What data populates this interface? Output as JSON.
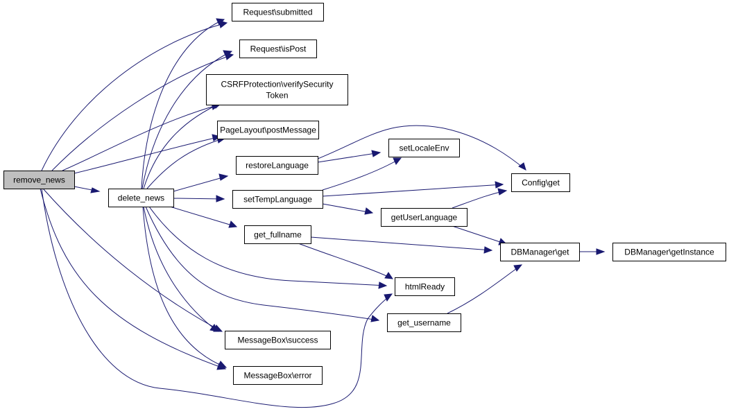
{
  "graph": {
    "nodes": [
      {
        "id": "remove_news",
        "lines": [
          "remove_news"
        ]
      },
      {
        "id": "delete_news",
        "lines": [
          "delete_news"
        ]
      },
      {
        "id": "req_submitted",
        "lines": [
          "Request\\submitted"
        ]
      },
      {
        "id": "req_ispost",
        "lines": [
          "Request\\isPost"
        ]
      },
      {
        "id": "csrf_verify",
        "lines": [
          "CSRFProtection\\verifySecurity",
          "Token"
        ]
      },
      {
        "id": "pagelayout_post",
        "lines": [
          "PageLayout\\postMessage"
        ]
      },
      {
        "id": "restore_language",
        "lines": [
          "restoreLanguage"
        ]
      },
      {
        "id": "set_temp_language",
        "lines": [
          "setTempLanguage"
        ]
      },
      {
        "id": "get_fullname",
        "lines": [
          "get_fullname"
        ]
      },
      {
        "id": "html_ready",
        "lines": [
          "htmlReady"
        ]
      },
      {
        "id": "get_username",
        "lines": [
          "get_username"
        ]
      },
      {
        "id": "msgbox_success",
        "lines": [
          "MessageBox\\success"
        ]
      },
      {
        "id": "msgbox_error",
        "lines": [
          "MessageBox\\error"
        ]
      },
      {
        "id": "set_locale_env",
        "lines": [
          "setLocaleEnv"
        ]
      },
      {
        "id": "get_user_language",
        "lines": [
          "getUserLanguage"
        ]
      },
      {
        "id": "config_get",
        "lines": [
          "Config\\get"
        ]
      },
      {
        "id": "dbmanager_get",
        "lines": [
          "DBManager\\get"
        ]
      },
      {
        "id": "dbmanager_getinstance",
        "lines": [
          "DBManager\\getInstance"
        ]
      }
    ],
    "edges": [
      {
        "from": "remove_news",
        "to": "delete_news"
      },
      {
        "from": "remove_news",
        "to": "req_submitted"
      },
      {
        "from": "remove_news",
        "to": "req_ispost"
      },
      {
        "from": "remove_news",
        "to": "csrf_verify"
      },
      {
        "from": "remove_news",
        "to": "pagelayout_post"
      },
      {
        "from": "remove_news",
        "to": "msgbox_success"
      },
      {
        "from": "remove_news",
        "to": "msgbox_error"
      },
      {
        "from": "remove_news",
        "to": "html_ready"
      },
      {
        "from": "delete_news",
        "to": "req_submitted"
      },
      {
        "from": "delete_news",
        "to": "req_ispost"
      },
      {
        "from": "delete_news",
        "to": "csrf_verify"
      },
      {
        "from": "delete_news",
        "to": "pagelayout_post"
      },
      {
        "from": "delete_news",
        "to": "restore_language"
      },
      {
        "from": "delete_news",
        "to": "set_temp_language"
      },
      {
        "from": "delete_news",
        "to": "get_fullname"
      },
      {
        "from": "delete_news",
        "to": "html_ready"
      },
      {
        "from": "delete_news",
        "to": "get_username"
      },
      {
        "from": "delete_news",
        "to": "msgbox_success"
      },
      {
        "from": "delete_news",
        "to": "msgbox_error"
      },
      {
        "from": "restore_language",
        "to": "set_locale_env"
      },
      {
        "from": "restore_language",
        "to": "config_get"
      },
      {
        "from": "set_temp_language",
        "to": "set_locale_env"
      },
      {
        "from": "set_temp_language",
        "to": "config_get"
      },
      {
        "from": "set_temp_language",
        "to": "get_user_language"
      },
      {
        "from": "get_user_language",
        "to": "config_get"
      },
      {
        "from": "get_user_language",
        "to": "dbmanager_get"
      },
      {
        "from": "get_fullname",
        "to": "dbmanager_get"
      },
      {
        "from": "get_fullname",
        "to": "html_ready"
      },
      {
        "from": "get_username",
        "to": "dbmanager_get"
      },
      {
        "from": "dbmanager_get",
        "to": "dbmanager_getinstance"
      }
    ],
    "colors": {
      "edge": "#191970",
      "root_fill": "#bfbfbf",
      "node_fill": "#ffffff",
      "node_border": "#000000"
    }
  }
}
